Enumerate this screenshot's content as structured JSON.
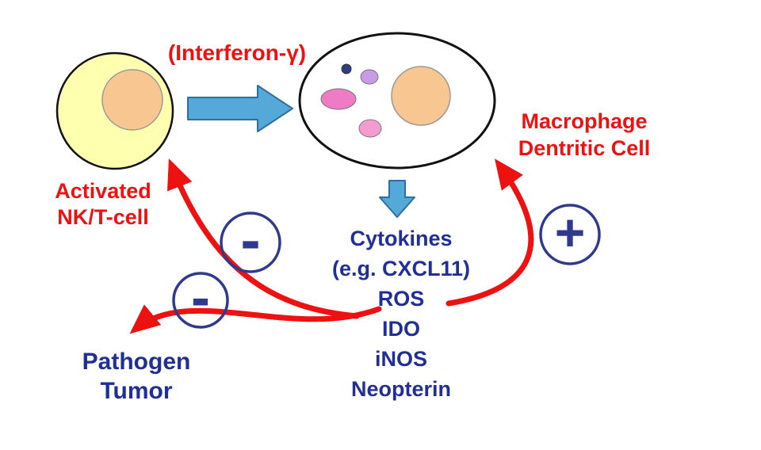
{
  "diagram": {
    "interferon_label": "(Interferon-γ)",
    "macrophage": {
      "line1": "Macrophage",
      "line2": "Dentritic Cell"
    },
    "nk_cell": {
      "line1": "Activated",
      "line2": "NK/T-cell"
    },
    "pathogen": {
      "line1": "Pathogen",
      "line2": "Tumor"
    },
    "mediators": [
      "Cytokines",
      "(e.g. CXCL11)",
      "ROS",
      "IDO",
      "iNOS",
      "Neopterin"
    ],
    "signs": {
      "inhibit_nk": "-",
      "inhibit_pathogen": "-",
      "activate_macrophage": "+"
    },
    "colors": {
      "red_label": "#ee1111",
      "blue_label": "#1f2f96",
      "sign_blue": "#2f3a8f",
      "red_arrow": "#ee1111",
      "arrow_blue": "#55a9d9",
      "arrow_blue_edge": "#2e6fa3",
      "cell_yellow": "#ffffb0",
      "nucleus_orange": "#f8c791",
      "pink": "#f49bd0",
      "magenta_pink": "#ee7bc4",
      "purple": "#c79be8",
      "navy_dot": "#2f3c7e",
      "cell_outline": "#111111"
    }
  }
}
